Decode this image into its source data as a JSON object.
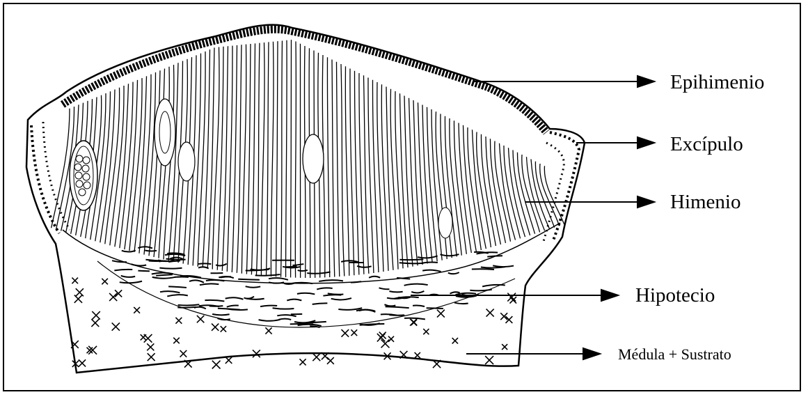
{
  "diagram": {
    "labels": {
      "epihimenio": "Epihimenio",
      "excipulo": "Excípulo",
      "himenio": "Himenio",
      "hipotecio": "Hipotecio",
      "medula_sustrato": "Médula + Sustrato"
    },
    "colors": {
      "ink": "#000000",
      "paper": "#ffffff"
    }
  }
}
